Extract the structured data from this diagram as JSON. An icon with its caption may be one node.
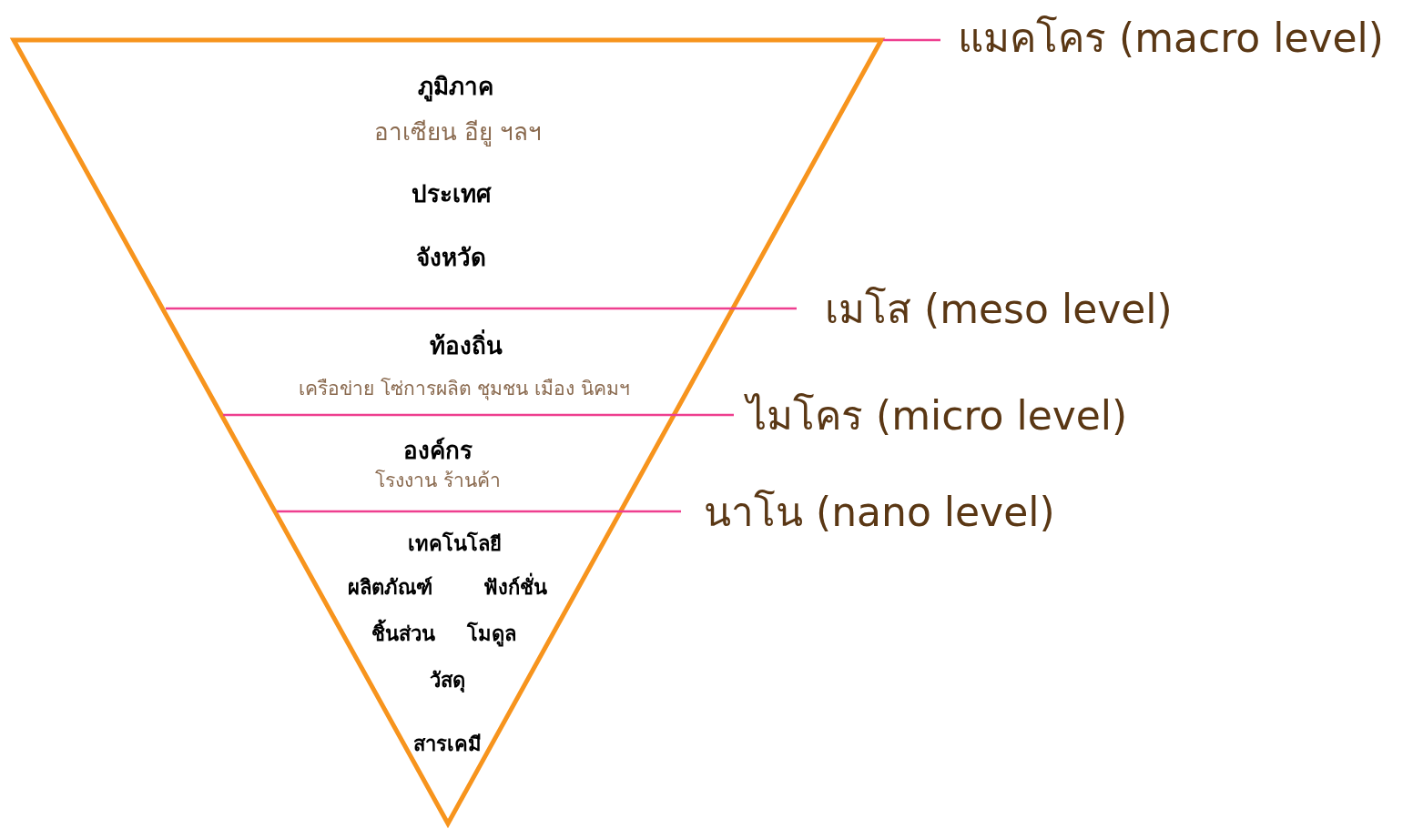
{
  "diagram": {
    "labels": [
      "แมคโคร (macro level)",
      "ภูมิภาค",
      "อาเซียน อียู ฯลฯ",
      "ประเทศ",
      "จังหวัด",
      "เมโส (meso level)",
      "ท้องถิ่น",
      "เครือข่าย โซ่การผลิต ชุมชน เมือง นิคมฯ",
      "ไมโคร (micro level)",
      "องค์กร",
      "โรงงาน ร้านค้า",
      "นาโน (nano level)",
      "เทคโนโลยี",
      "ผลิตภัณฑ์",
      "ฟังก์ชั่น",
      "ชิ้นส่วน",
      "โมดูล",
      "วัสดุ",
      "สารเคมี"
    ]
  }
}
